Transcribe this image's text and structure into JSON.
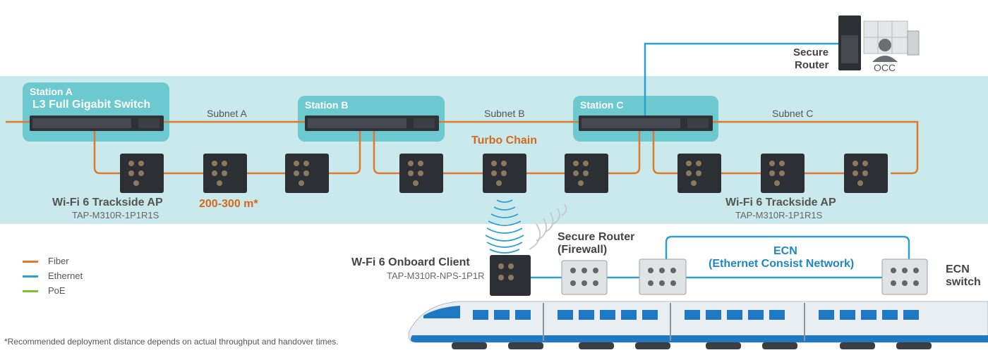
{
  "colors": {
    "fiber": "#e07a2a",
    "ethernet": "#2a9fd6",
    "poe": "#7cbf2f",
    "band": "#c9e9ec",
    "station_box": "#6cc9cf",
    "train_blue": "#1e78c2"
  },
  "stations": [
    {
      "name": "Station A",
      "subtitle": "L3 Full Gigabit Switch"
    },
    {
      "name": "Station B",
      "subtitle": ""
    },
    {
      "name": "Station C",
      "subtitle": ""
    }
  ],
  "subnets": [
    "Subnet A",
    "Subnet B",
    "Subnet C"
  ],
  "trackside": {
    "left_title": "Wi-Fi 6 Trackside AP",
    "left_model": "TAP-M310R-1P1R1S",
    "right_title": "Wi-Fi 6 Trackside AP",
    "right_model": "TAP-M310R-1P1R1S"
  },
  "distance": "200-300 m*",
  "turbo_chain": "Turbo Chain",
  "secure_router_top": {
    "line1": "Secure",
    "line2": "Router"
  },
  "occ": "OCC",
  "onboard_client": {
    "title": "W-Fi 6 Onboard Client",
    "model": "TAP-M310R-NPS-1P1R"
  },
  "secure_router_firewall": {
    "line1": "Secure Router",
    "line2": "(Firewall)"
  },
  "ecn": {
    "line1": "ECN",
    "line2": "(Ethernet Consist Network)"
  },
  "ecn_switch": {
    "line1": "ECN",
    "line2": "switch"
  },
  "legend": [
    {
      "label": "Fiber",
      "color_key": "fiber"
    },
    {
      "label": "Ethernet",
      "color_key": "ethernet"
    },
    {
      "label": "PoE",
      "color_key": "poe"
    }
  ],
  "footnote": "*Recommended deployment distance depends on actual throughput and handover times."
}
